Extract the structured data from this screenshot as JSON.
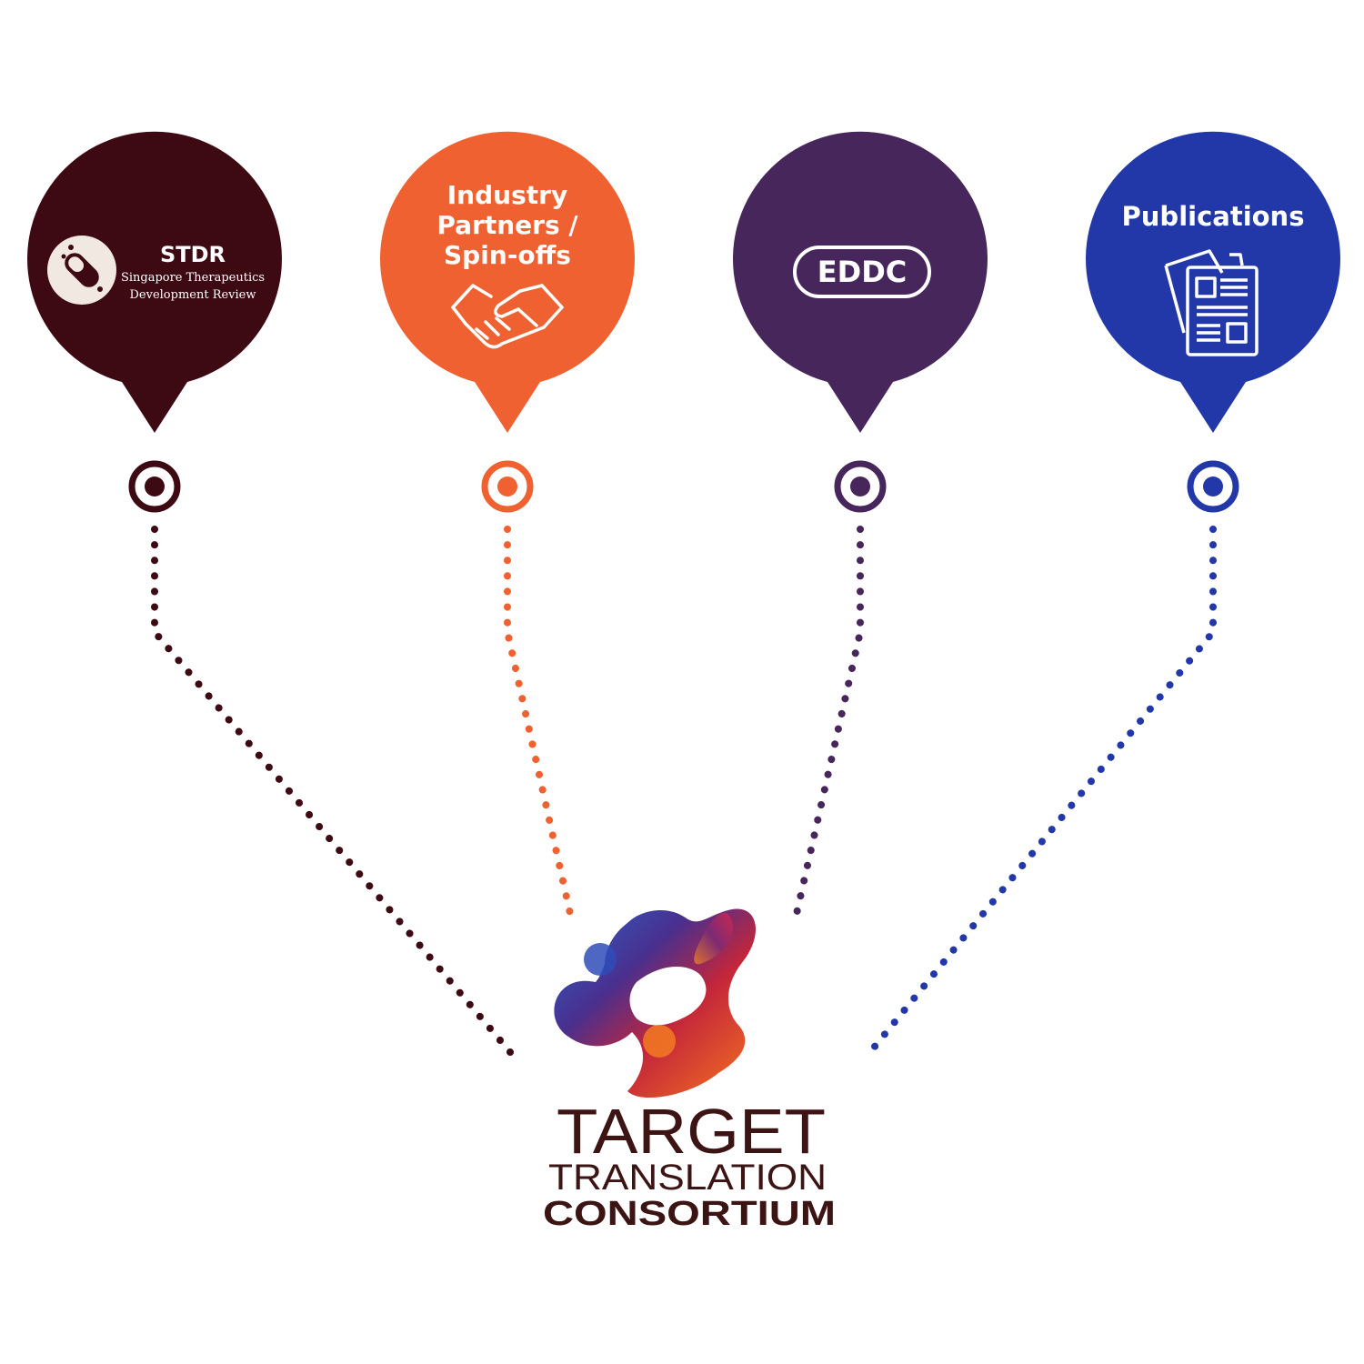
{
  "colors": {
    "stdr": "#3d0a14",
    "industry": "#ef6130",
    "eddc": "#47265b",
    "publications": "#2338a8",
    "logo_text": "#3d1414"
  },
  "nodes": [
    {
      "id": "stdr",
      "title": "STDR",
      "subtitle_line1": "Singapore Therapeutics",
      "subtitle_line2": "Development Review",
      "icon": "capsule-icon"
    },
    {
      "id": "industry",
      "label_line1": "Industry",
      "label_line2": "Partners /",
      "label_line3": "Spin-offs",
      "icon": "handshake-icon"
    },
    {
      "id": "eddc",
      "label": "EDDC",
      "icon": "none"
    },
    {
      "id": "publications",
      "label": "Publications",
      "icon": "newspaper-icon"
    }
  ],
  "logo": {
    "line1": "TARGET",
    "line2": "TRANSLATION",
    "line3": "CONSORTIUM",
    "icon": "molecule-logo-icon"
  }
}
